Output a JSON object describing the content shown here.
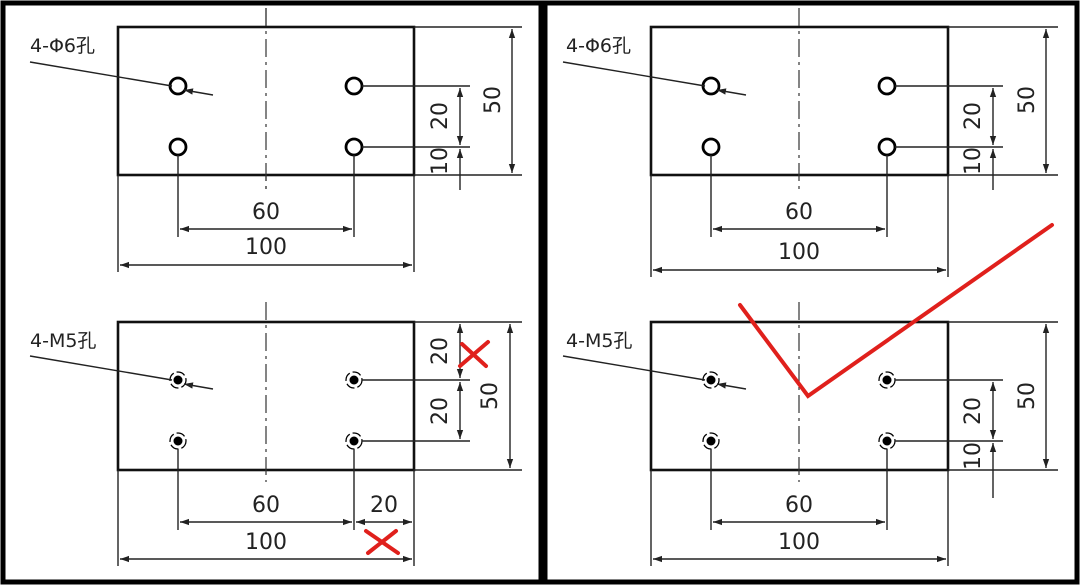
{
  "panels": [
    {
      "id": "left",
      "drawings": [
        {
          "callout": "4-Φ6孔",
          "hole_type": "through",
          "hole_spacing": "60",
          "overall_width": "100",
          "v_dims": [
            "20",
            "10"
          ],
          "overall_height": "50"
        },
        {
          "callout": "4-M5孔",
          "hole_type": "threaded",
          "hole_spacing": "60",
          "overall_width": "100",
          "extra_h_dim": "20",
          "v_dims": [
            "20",
            "20"
          ],
          "overall_height": "50"
        }
      ],
      "marks": [
        "cross",
        "cross"
      ]
    },
    {
      "id": "right",
      "drawings": [
        {
          "callout": "4-Φ6孔",
          "hole_type": "through",
          "hole_spacing": "60",
          "overall_width": "100",
          "v_dims": [
            "20",
            "10"
          ],
          "overall_height": "50"
        },
        {
          "callout": "4-M5孔",
          "hole_type": "threaded",
          "hole_spacing": "60",
          "overall_width": "100",
          "v_dims": [
            "20",
            "10"
          ],
          "overall_height": "50"
        }
      ],
      "marks": [
        "check"
      ]
    }
  ],
  "colors": {
    "frame": "#000000",
    "line": "#222222",
    "mark": "#e0201c",
    "background": "#ffffff"
  }
}
